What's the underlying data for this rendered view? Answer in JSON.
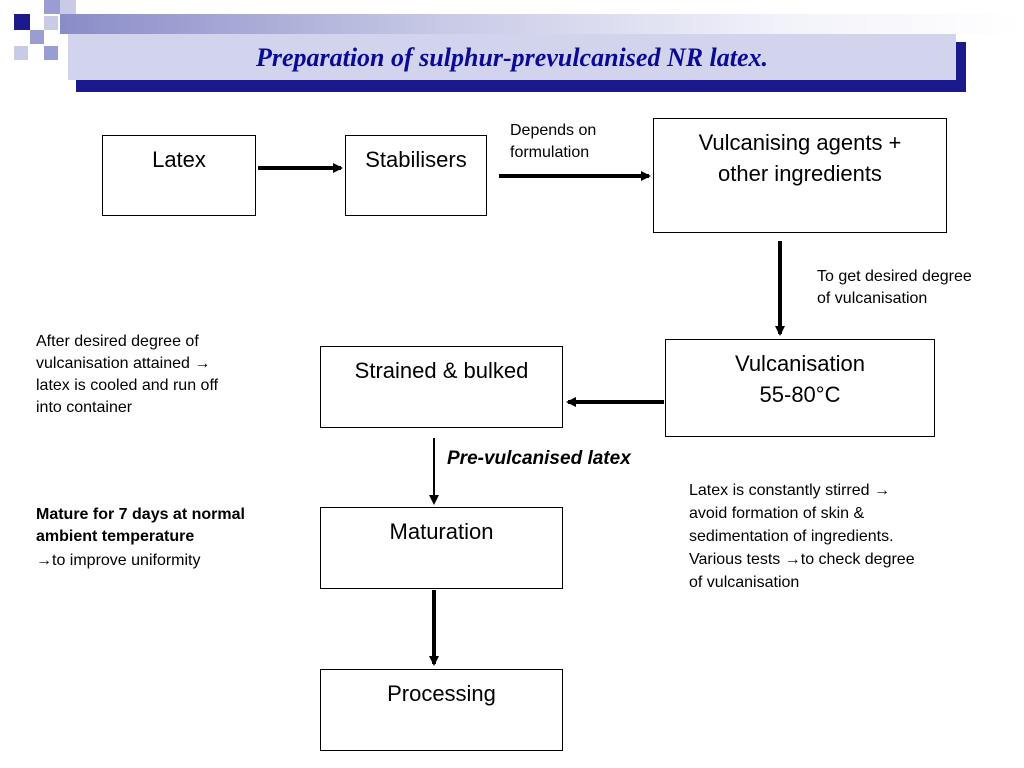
{
  "title": "Preparation of sulphur-prevulcanised NR latex.",
  "boxes": {
    "latex": "Latex",
    "stabilisers": "Stabilisers",
    "vulcanising_agents_line1": "Vulcanising agents +",
    "vulcanising_agents_line2": "other ingredients",
    "vulcanisation_line1": "Vulcanisation",
    "vulcanisation_line2": "55-80°C",
    "strained": "Strained & bulked",
    "maturation": "Maturation",
    "processing": "Processing"
  },
  "notes": {
    "depends_line1": "Depends on",
    "depends_line2": "formulation",
    "desired_line1": "To get desired degree",
    "desired_line2": "of vulcanisation",
    "after_line1": "After desired degree of",
    "after_line2": "vulcanisation attained →",
    "after_line3": "latex is cooled and run off",
    "after_line4": "into container",
    "prevulc": "Pre-vulcanised latex",
    "mature_line1": "Mature for 7 days at normal",
    "mature_line2": "ambient temperature",
    "mature_line3": "→to improve  uniformity",
    "stirred_line1": "Latex is constantly stirred →",
    "stirred_line2": "avoid formation of skin &",
    "stirred_line3": "sedimentation of ingredients.",
    "tests_line1": "Various tests →to check degree",
    "tests_line2": "of vulcanisation"
  },
  "colors": {
    "title_text": "#0a0a96",
    "title_bar": "#d2d4ee",
    "title_shadow": "#1a1a8c",
    "decor_dark": "#1a1a8c",
    "decor_light": "#9a9cd4"
  }
}
